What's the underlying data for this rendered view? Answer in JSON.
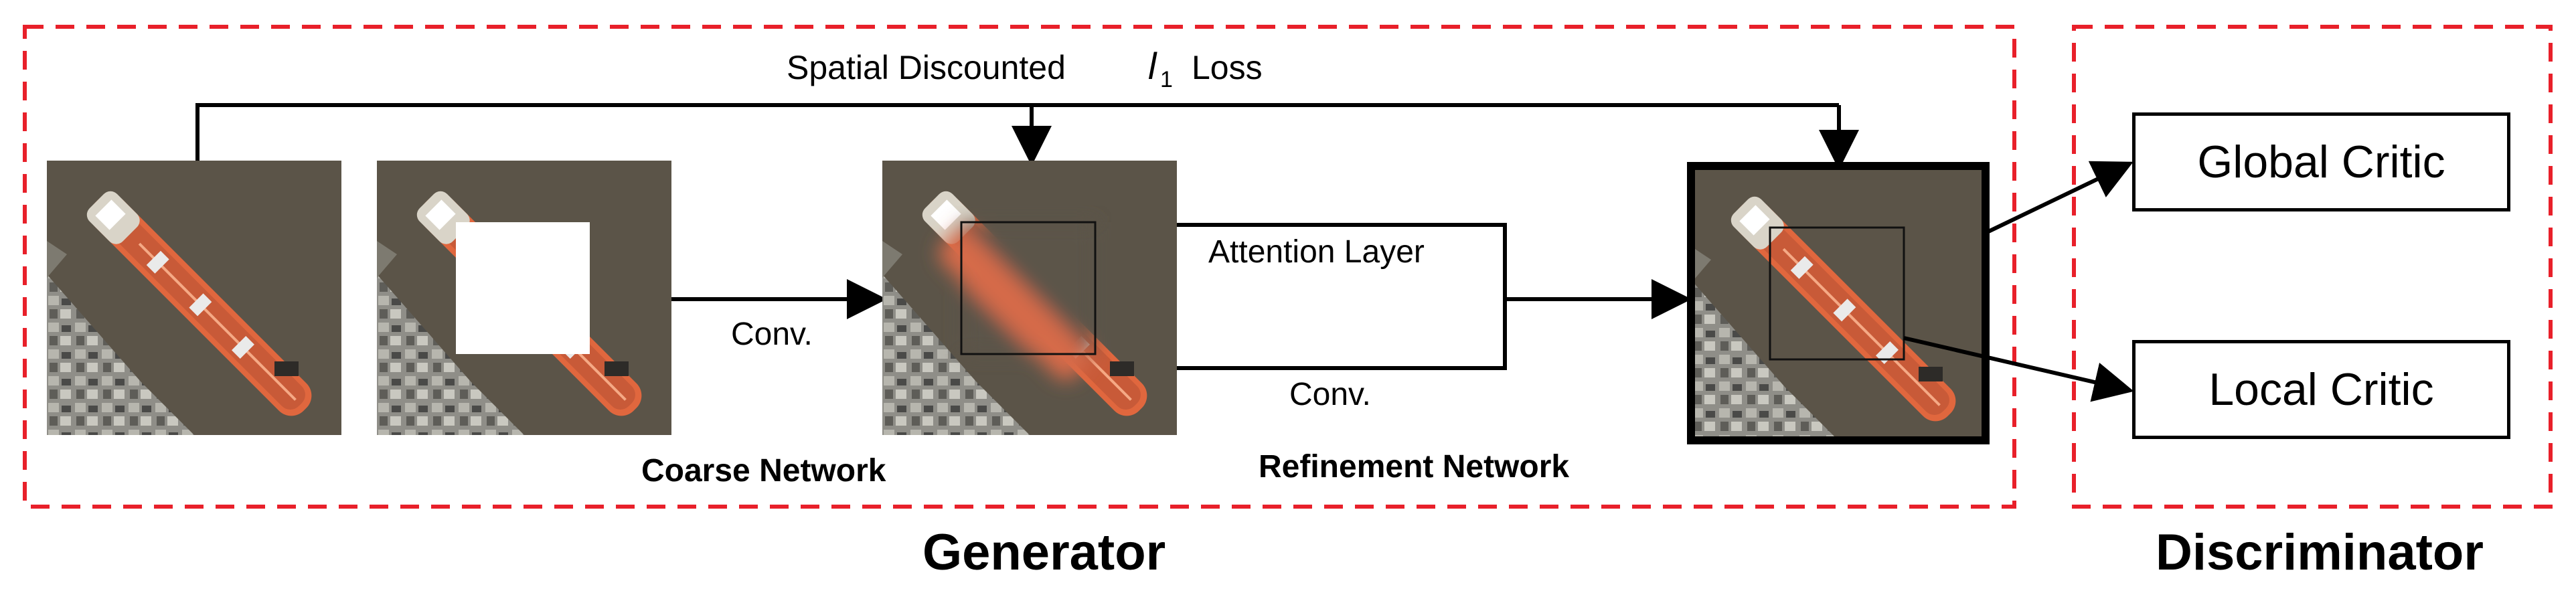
{
  "diagram": {
    "loss_label_pre": "Spatial Discounted",
    "loss_symbol": "l",
    "loss_subscript": "1",
    "loss_label_post": "Loss",
    "conv_label_1": "Conv.",
    "attention_label": "Attention Layer",
    "conv_label_2": "Conv.",
    "coarse_label": "Coarse Network",
    "refine_label": "Refinement Network",
    "global_critic": "Global Critic",
    "local_critic": "Local Critic",
    "generator_label": "Generator",
    "discriminator_label": "Discriminator"
  },
  "colors": {
    "dashed_border": "#e8202a",
    "water": "#5b5448",
    "ship_hull": "#e0673e",
    "ship_deck": "#c85a38",
    "dock": "#8a8a84",
    "mask": "#ffffff"
  },
  "icons": [
    "ship-image",
    "masked-ship-image",
    "coarse-output-image",
    "refined-output-image"
  ]
}
